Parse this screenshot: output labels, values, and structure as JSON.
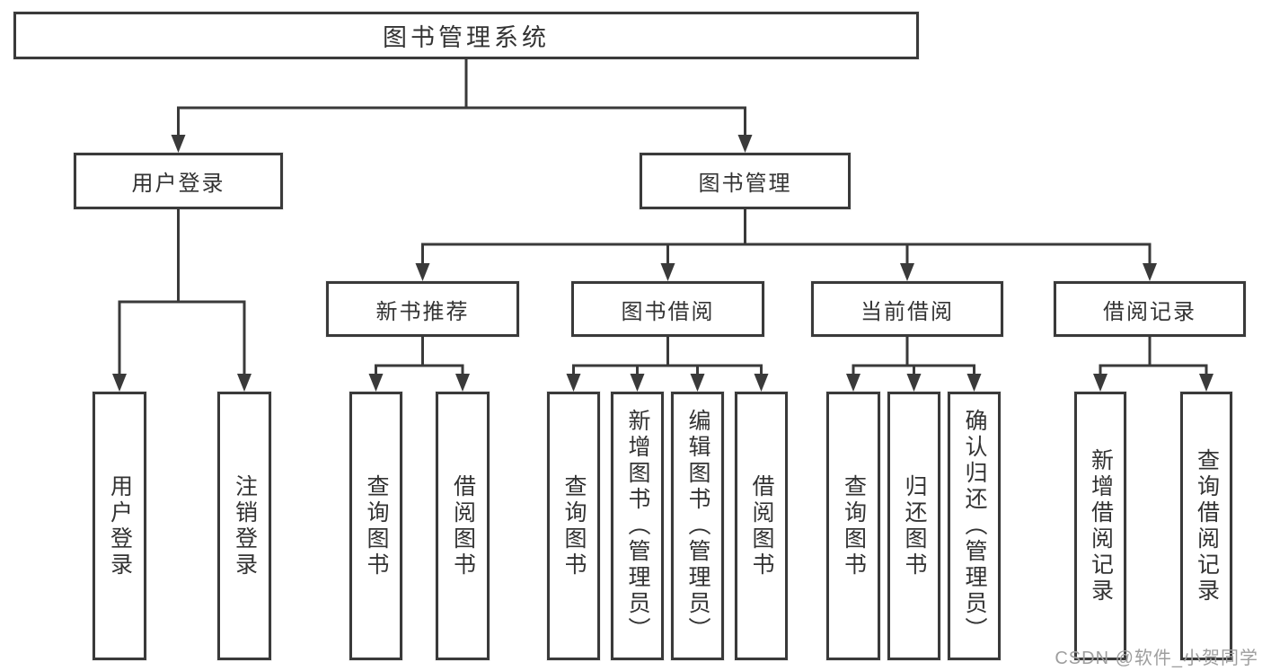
{
  "diagram_title": "图书管理系统",
  "tree": {
    "label": "图书管理系统",
    "children": [
      {
        "label": "用户登录",
        "children": [
          {
            "label": "用户登录"
          },
          {
            "label": "注销登录"
          }
        ]
      },
      {
        "label": "图书管理",
        "children": [
          {
            "label": "新书推荐",
            "children": [
              {
                "label": "查询图书"
              },
              {
                "label": "借阅图书"
              }
            ]
          },
          {
            "label": "图书借阅",
            "children": [
              {
                "label": "查询图书"
              },
              {
                "label": "新增图书（管理员）"
              },
              {
                "label": "编辑图书（管理员）"
              },
              {
                "label": "借阅图书"
              }
            ]
          },
          {
            "label": "当前借阅",
            "children": [
              {
                "label": "查询图书"
              },
              {
                "label": "归还图书"
              },
              {
                "label": "确认归还（管理员）"
              }
            ]
          },
          {
            "label": "借阅记录",
            "children": [
              {
                "label": "新增借阅记录"
              },
              {
                "label": "查询借阅记录"
              }
            ]
          }
        ]
      }
    ]
  },
  "watermark": "CSDN @软件_小贺同学",
  "colors": {
    "line": "#3a3a3a",
    "text": "#333333",
    "background": "#ffffff",
    "watermark": "#9e9e9e"
  }
}
